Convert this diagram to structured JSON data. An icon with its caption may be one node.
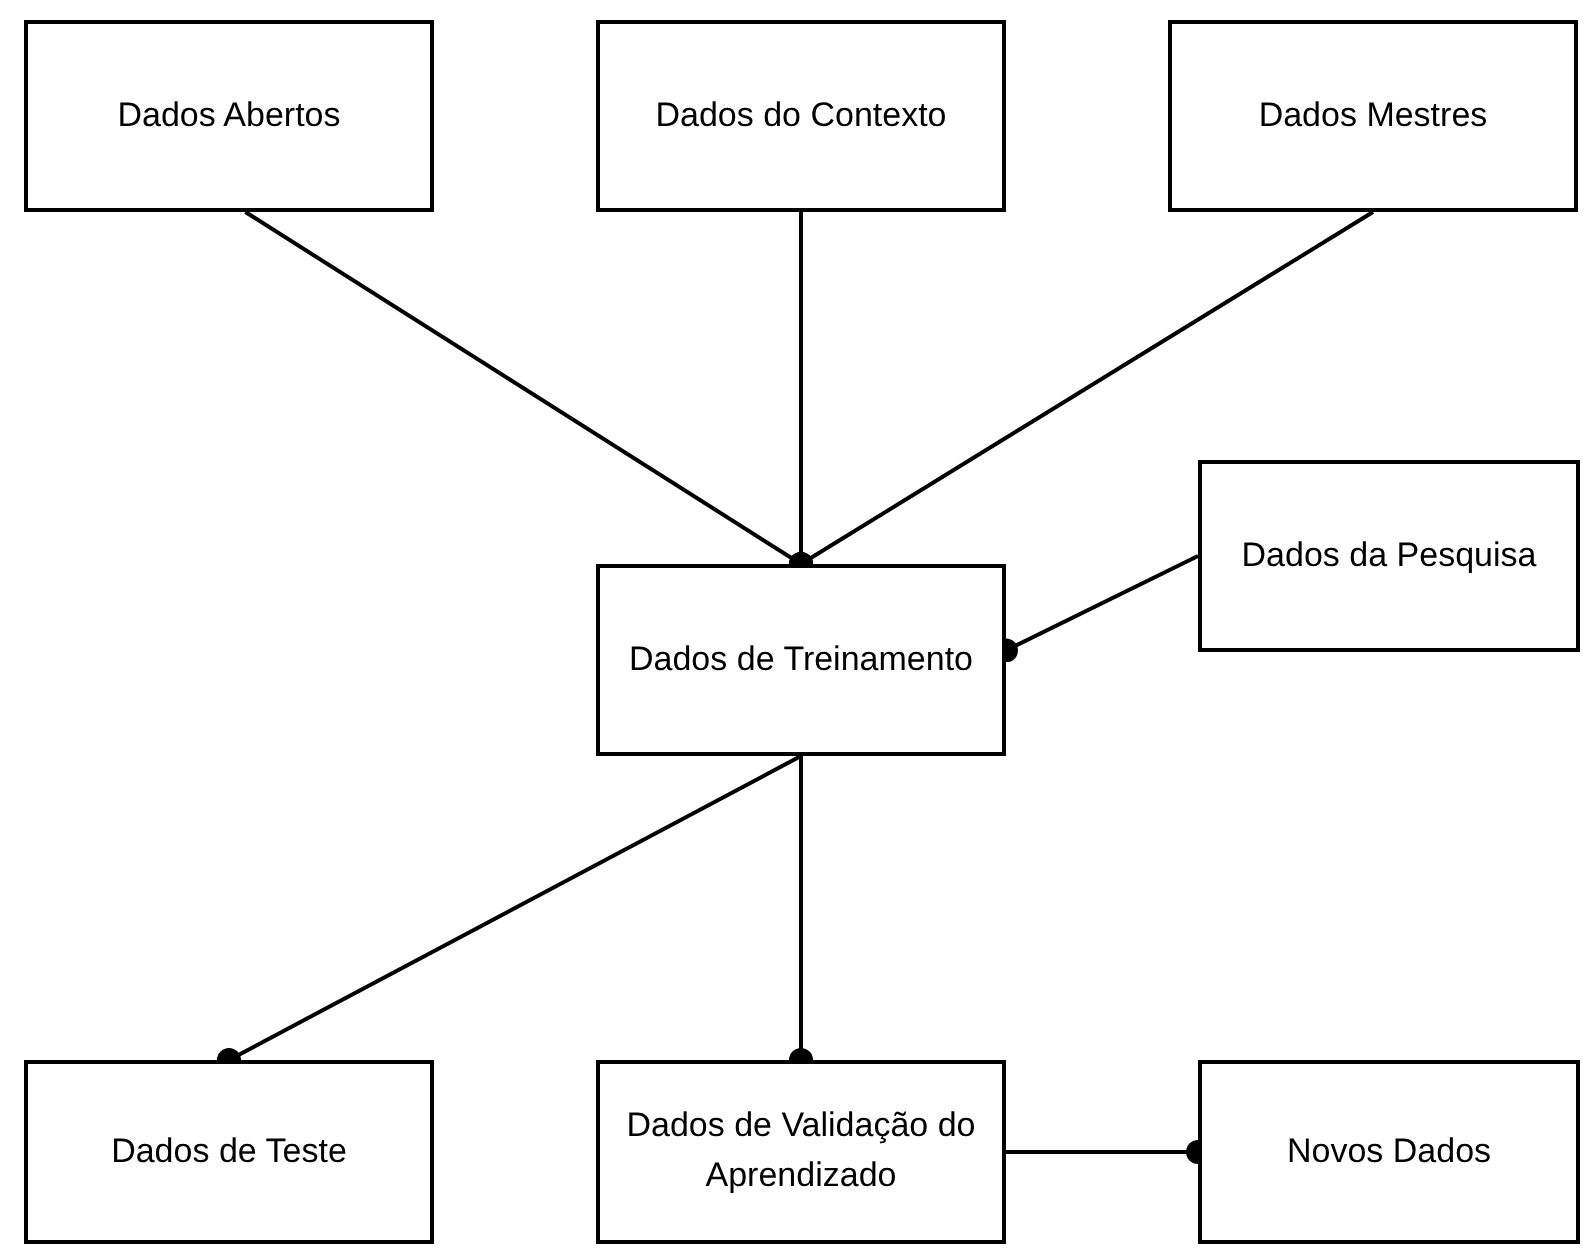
{
  "diagram": {
    "nodes": [
      {
        "text": [
          "Dados Abertos"
        ]
      },
      {
        "text": [
          "Dados do Contexto"
        ]
      },
      {
        "text": [
          "Dados Mestres"
        ]
      },
      {
        "text": [
          "Dados da Pesquisa"
        ]
      },
      {
        "text": [
          "Dados de Treinamento"
        ]
      },
      {
        "text": [
          "Dados de Teste"
        ]
      },
      {
        "text": [
          "Dados de Validação do Aprendizado"
        ]
      },
      {
        "text": [
          "Novos Dados"
        ]
      }
    ],
    "edges": [
      {
        "from": 0,
        "to": 4,
        "arrow": "other"
      },
      {
        "from": 1,
        "to": 4,
        "arrow": "other"
      },
      {
        "from": 2,
        "to": 4,
        "arrow": "other"
      },
      {
        "from": 3,
        "to": 4,
        "arrow": "other"
      },
      {
        "from": 4,
        "to": 5,
        "arrow": "other"
      },
      {
        "from": 4,
        "to": 6,
        "arrow": "other"
      },
      {
        "from": 6,
        "to": 7,
        "arrow": "other"
      }
    ]
  }
}
